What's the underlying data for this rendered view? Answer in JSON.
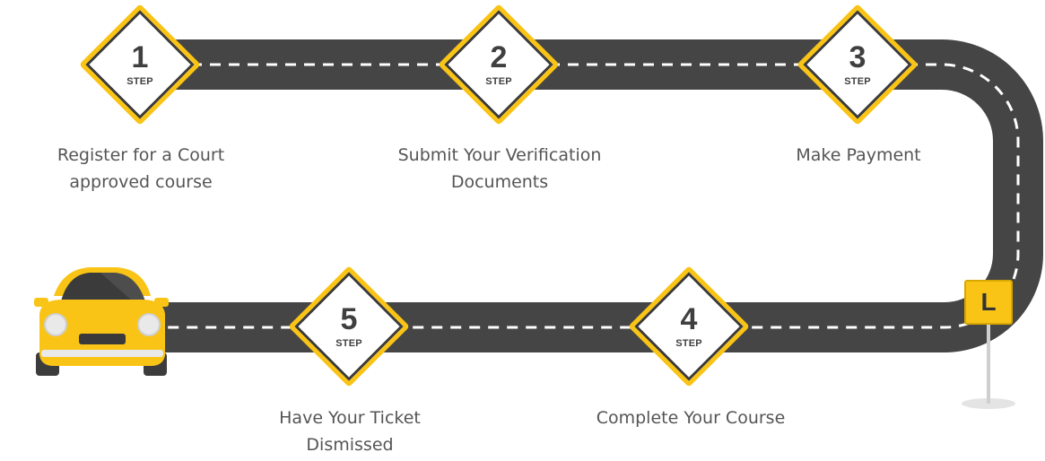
{
  "colors": {
    "road": "#454545",
    "lane_marking": "#ffffff",
    "accent_yellow": "#f9c416",
    "text": "#555555"
  },
  "step_word": "STEP",
  "steps": [
    {
      "number": "1",
      "caption": "Register for a Court\napproved course"
    },
    {
      "number": "2",
      "caption": "Submit Your Verification\nDocuments"
    },
    {
      "number": "3",
      "caption": "Make Payment"
    },
    {
      "number": "4",
      "caption": "Complete Your Course"
    },
    {
      "number": "5",
      "caption": "Have Your Ticket\nDismissed"
    }
  ],
  "learner_sign": {
    "letter": "L"
  },
  "icons": [
    "yellow-car-icon",
    "learner-sign-icon"
  ]
}
